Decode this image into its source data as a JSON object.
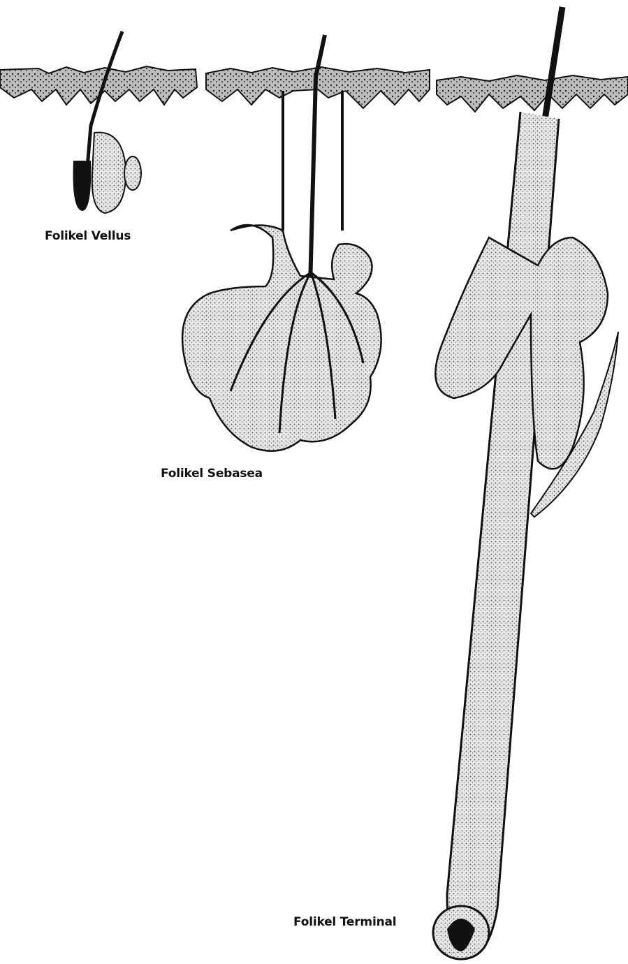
{
  "diagram": {
    "labels": {
      "vellus": "Folikel Vellus",
      "sebasea": "Folikel Sebasea",
      "terminal": "Folikel Terminal"
    },
    "colors": {
      "ink": "#111111",
      "stipple": "#cfcfcf",
      "background": "#ffffff"
    }
  }
}
